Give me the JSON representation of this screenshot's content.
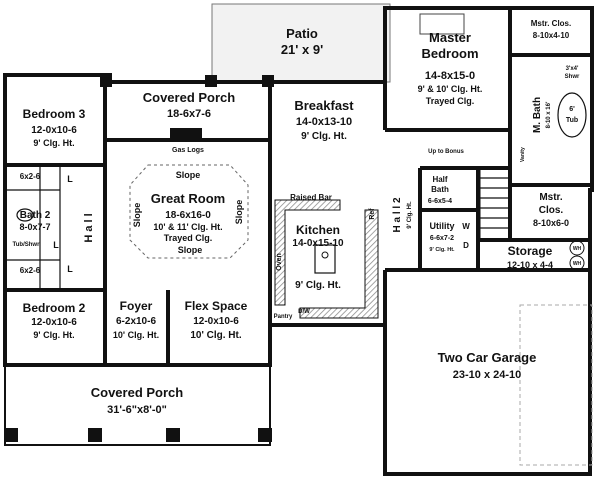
{
  "rooms": {
    "patio": {
      "name": "Patio",
      "dims": "21' x 9'"
    },
    "master_bedroom": {
      "name1": "Master",
      "name2": "Bedroom",
      "dims": "14-8x15-0",
      "note1": "9' & 10' Clg. Ht.",
      "note2": "Trayed Clg."
    },
    "mstr_clos_top": {
      "name": "Mstr. Clos.",
      "dims": "8-10x4-10"
    },
    "shower_small": {
      "l1": "3'x4'",
      "l2": "Shwr"
    },
    "m_bath": {
      "name": "M. Bath",
      "dims": "8-10 x 16'"
    },
    "tub": {
      "l1": "6'",
      "l2": "Tub"
    },
    "vanity": "Vanity",
    "mstr_clos_bot": {
      "name1": "Mstr.",
      "name2": "Clos.",
      "dims": "8-10x6-0"
    },
    "covered_porch_top": {
      "name": "Covered Porch",
      "dims": "18-6x7-6"
    },
    "gas_logs": "Gas Logs",
    "breakfast": {
      "name": "Breakfast",
      "dims": "14-0x13-10",
      "note": "9' Clg. Ht."
    },
    "up_to_bonus": "Up to Bonus",
    "bedroom3": {
      "name": "Bedroom 3",
      "dims": "12-0x10-6",
      "note": "9' Clg. Ht."
    },
    "great_room": {
      "name": "Great Room",
      "dims": "18-6x16-0",
      "note1": "10' & 11' Clg. Ht.",
      "note2": "Trayed Clg."
    },
    "slope": "Slope",
    "closet_6x2": "6x2-6",
    "bath2": {
      "name": "Bath 2",
      "dims": "8-0x7-7"
    },
    "tub_shwr": "Tub/Shwr",
    "hall": "H a l l",
    "l": "L",
    "half_bath": {
      "name1": "Half",
      "name2": "Bath",
      "dims": "6-6x5-4"
    },
    "hall2": {
      "name": "H a l l 2",
      "note": "9' Clg. Ht."
    },
    "utility": {
      "name": "Utility",
      "dims": "6-6x7-2",
      "note": "9' Clg. Ht."
    },
    "w": "W",
    "d": "D",
    "storage": {
      "name": "Storage",
      "dims": "12-10 x 4-4"
    },
    "wh": "WH",
    "raised_bar": "Raised Bar",
    "kitchen": {
      "name": "Kitchen",
      "dims": "14-0x15-10",
      "note": "9' Clg. Ht."
    },
    "ref": "Ref",
    "oven": "Oven",
    "pantry": "Pantry",
    "dw": "D/W",
    "bedroom2": {
      "name": "Bedroom 2",
      "dims": "12-0x10-6",
      "note": "9' Clg. Ht."
    },
    "foyer": {
      "name": "Foyer",
      "dims": "6-2x10-6",
      "note": "10' Clg. Ht."
    },
    "flex_space": {
      "name": "Flex Space",
      "dims": "12-0x10-6",
      "note": "10' Clg. Ht."
    },
    "covered_porch_bot": {
      "name": "Covered Porch",
      "dims": "31'-6\"x8'-0\""
    },
    "garage": {
      "name": "Two Car Garage",
      "dims": "23-10 x 24-10"
    }
  }
}
